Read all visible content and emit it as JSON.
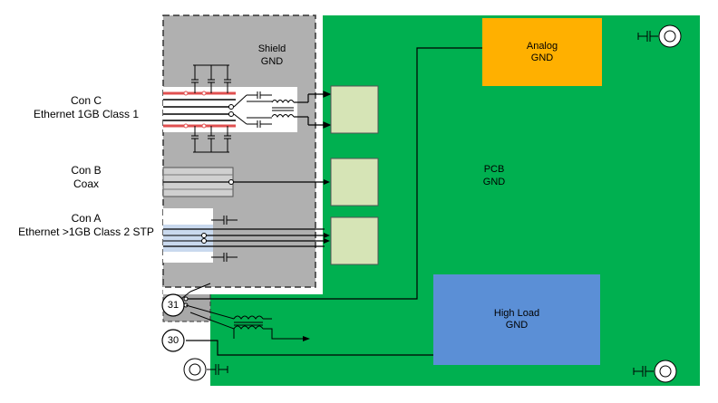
{
  "connectors": {
    "con_c": {
      "name": "Con C",
      "desc": "Ethernet 1GB Class 1"
    },
    "con_b": {
      "name": "Con B",
      "desc": "Coax"
    },
    "con_a": {
      "name": "Con A",
      "desc": "Ethernet >1GB Class 2 STP"
    }
  },
  "areas": {
    "shield": {
      "line1": "Shield",
      "line2": "GND"
    },
    "pcb": {
      "line1": "PCB",
      "line2": "GND"
    },
    "analog": {
      "line1": "Analog",
      "line2": "GND"
    },
    "high_load": {
      "line1": "High Load",
      "line2": "GND"
    }
  },
  "pins": {
    "pin_31": "31",
    "pin_30": "30"
  },
  "colors": {
    "pcb": "#00b050",
    "shield": "#b0b0b0",
    "analog": "#ffb000",
    "high_load": "#5b8fd6",
    "filter_block": "#d6e4b6",
    "con_c_red": "#e05050",
    "con_a_blue": "#c9d9ee"
  },
  "icons": [
    "capacitor-icon",
    "common-mode-choke-icon",
    "mounting-hole-icon",
    "arrow-icon"
  ]
}
